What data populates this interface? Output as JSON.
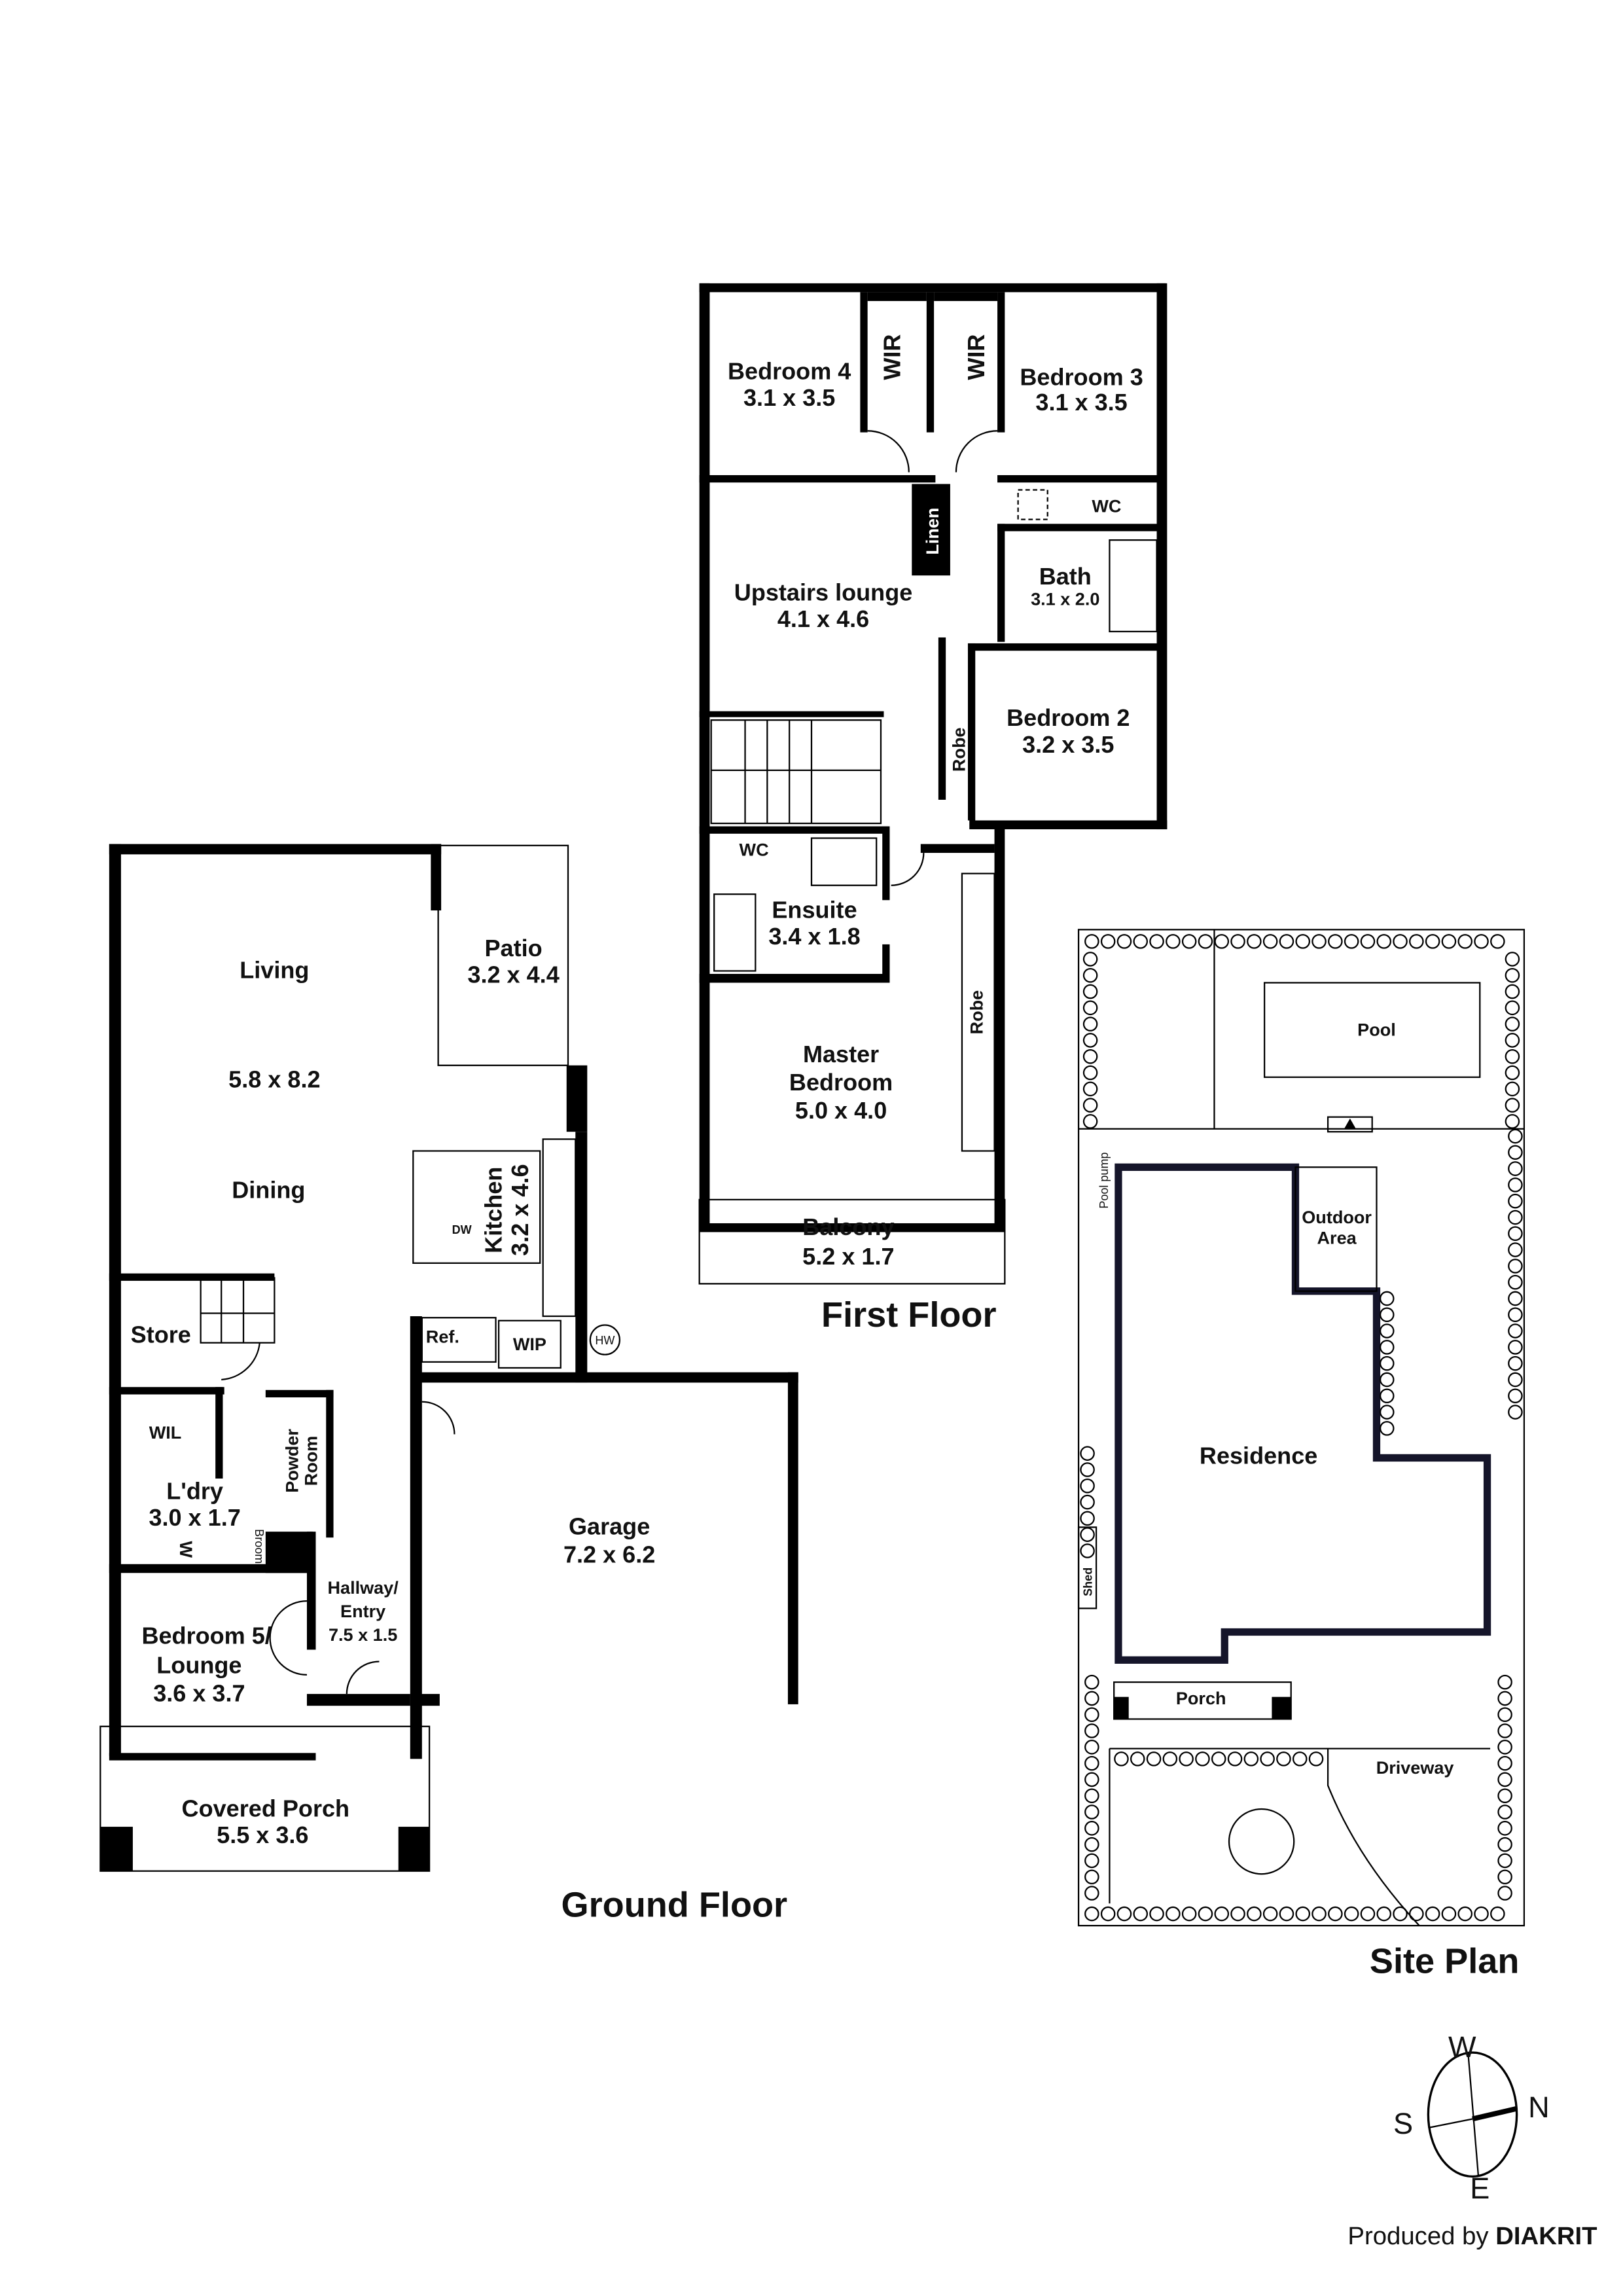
{
  "first_floor": {
    "title": "First Floor",
    "rooms": {
      "bedroom4": {
        "name": "Bedroom 4",
        "dims": "3.1 x 3.5"
      },
      "wir_a": {
        "name": "WIR"
      },
      "wir_b": {
        "name": "WIR"
      },
      "bedroom3": {
        "name": "Bedroom 3",
        "dims": "3.1 x 3.5"
      },
      "wc_upper": {
        "name": "WC"
      },
      "linen": {
        "name": "Linen"
      },
      "lounge": {
        "name": "Upstairs lounge",
        "dims": "4.1 x 4.6"
      },
      "bath": {
        "name": "Bath",
        "dims": "3.1 x 2.0"
      },
      "bedroom2": {
        "name": "Bedroom 2",
        "dims": "3.2 x 3.5"
      },
      "robe_b2": {
        "name": "Robe"
      },
      "wc_ensuite": {
        "name": "WC"
      },
      "ensuite": {
        "name": "Ensuite",
        "dims": "3.4 x 1.8"
      },
      "robe_master": {
        "name": "Robe"
      },
      "master": {
        "name_line1": "Master",
        "name_line2": "Bedroom",
        "dims": "5.0 x 4.0"
      },
      "balcony": {
        "name": "Balcony",
        "dims": "5.2 x 1.7"
      }
    }
  },
  "ground_floor": {
    "title": "Ground Floor",
    "rooms": {
      "living": {
        "name": "Living",
        "dims": "5.8 x 8.2",
        "name2": "Dining"
      },
      "patio": {
        "name": "Patio",
        "dims": "3.2 x 4.4"
      },
      "kitchen": {
        "name": "Kitchen",
        "dims": "3.2 x 4.6"
      },
      "dw": {
        "name": "DW"
      },
      "store": {
        "name": "Store"
      },
      "ref": {
        "name": "Ref."
      },
      "wip": {
        "name": "WIP"
      },
      "hw": {
        "name": "HW"
      },
      "wil": {
        "name": "WIL"
      },
      "laundry": {
        "name": "L'dry",
        "dims": "3.0 x 1.7"
      },
      "washer": {
        "name": "W"
      },
      "broom": {
        "name": "Broom"
      },
      "powder": {
        "name_line1": "Powder",
        "name_line2": "Room"
      },
      "hallway": {
        "name_line1": "Hallway/",
        "name_line2": "Entry",
        "dims": "7.5 x 1.5"
      },
      "bedroom5": {
        "name_line1": "Bedroom 5/",
        "name_line2": "Lounge",
        "dims": "3.6 x 3.7"
      },
      "garage": {
        "name": "Garage",
        "dims": "7.2 x 6.2"
      },
      "porch": {
        "name": "Covered Porch",
        "dims": "5.5 x 3.6"
      }
    }
  },
  "site_plan": {
    "title": "Site Plan",
    "labels": {
      "pool": "Pool",
      "pool_pump": "Pool pump",
      "outdoor_line1": "Outdoor",
      "outdoor_line2": "Area",
      "residence": "Residence",
      "shed": "Shed",
      "porch": "Porch",
      "driveway": "Driveway"
    },
    "outline_color": "#15152a"
  },
  "compass": {
    "w": "W",
    "s": "S",
    "n": "N",
    "e": "E"
  },
  "credit": {
    "prefix": "Produced by",
    "brand": "DIAKRIT"
  }
}
